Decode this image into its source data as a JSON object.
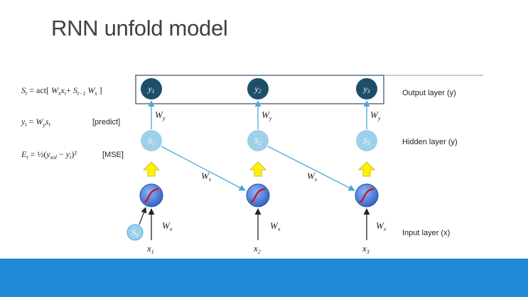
{
  "title": "RNN unfold model",
  "equations": {
    "state": "St = act[ Wx xt+ St−1 Ws ]",
    "predict": "yt = Wy st",
    "predict_tag": "[predict]",
    "error": "Et = ½(ysol − yt)²",
    "error_tag": "[MSE]"
  },
  "layers": {
    "output": "Output layer (y)",
    "hidden": "Hidden layer (y)",
    "input": "Input layer (x)"
  },
  "timesteps": [
    {
      "y": "y1",
      "s": "S1",
      "x": "x1"
    },
    {
      "y": "y2",
      "s": "S2",
      "x": "x2"
    },
    {
      "y": "y3",
      "s": "S3",
      "x": "x3"
    }
  ],
  "initial_state": "S0",
  "weights": {
    "wy": "Wy",
    "ws": "Ws",
    "wx": "Wx"
  },
  "colors": {
    "output_node": "#1d4f6b",
    "hidden_node": "#9fd0ea",
    "activation_node": "#3d72d0",
    "sigmoid_curve": "#cc1111",
    "arrow_yellow": "#fff200",
    "arrow_blue": "#4aa8d8",
    "bottom_bar": "#1f8ad6"
  }
}
